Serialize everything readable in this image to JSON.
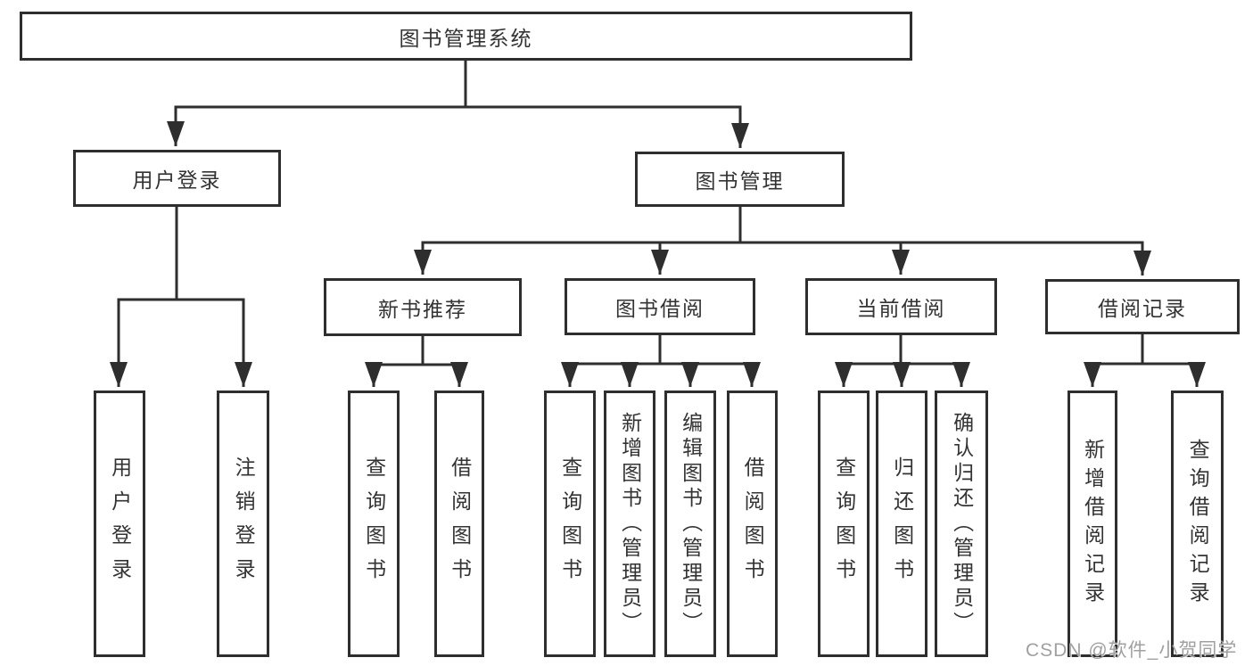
{
  "tree": {
    "root": "图书管理系统",
    "branches": [
      {
        "label": "用户登录",
        "children": [
          "用户登录",
          "注销登录"
        ]
      },
      {
        "label": "图书管理",
        "groups": [
          {
            "label": "新书推荐",
            "children": [
              "查询图书",
              "借阅图书"
            ]
          },
          {
            "label": "图书借阅",
            "children": [
              "查询图书",
              "新增图书（管理员）",
              "编辑图书（管理员）",
              "借阅图书"
            ]
          },
          {
            "label": "当前借阅",
            "children": [
              "查询图书",
              "归还图书",
              "确认归还（管理员）"
            ]
          },
          {
            "label": "借阅记录",
            "children": [
              "新增借阅记录",
              "查询借阅记录"
            ]
          }
        ]
      }
    ]
  },
  "watermark": {
    "text": "CSDN @软件_小贺同学"
  },
  "colors": {
    "line": "#2e2e2e",
    "border": "#2e2e2e",
    "text": "#333333",
    "watermark": "#a0a0a0",
    "background": "#ffffff"
  }
}
